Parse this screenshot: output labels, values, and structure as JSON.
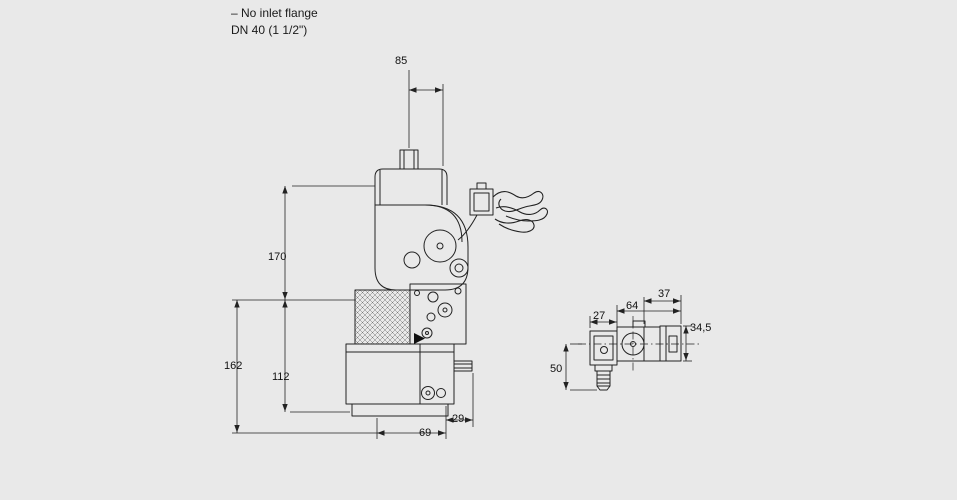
{
  "colors": {
    "background": "#e9e9e9",
    "line": "#222222"
  },
  "annotation": {
    "line1": "– No inlet flange",
    "line2": "DN 40 (1 1/2\")"
  },
  "front_view": {
    "dims": {
      "overall_width": "85",
      "upper_height": "170",
      "left_height": "162",
      "lower_height": "112",
      "bottom_width": "69",
      "outlet_offset": "29"
    }
  },
  "side_view": {
    "dims": {
      "coil_width": "27",
      "body_length": "64",
      "end_width": "37",
      "end_height": "34,5",
      "coil_height": "50"
    }
  }
}
